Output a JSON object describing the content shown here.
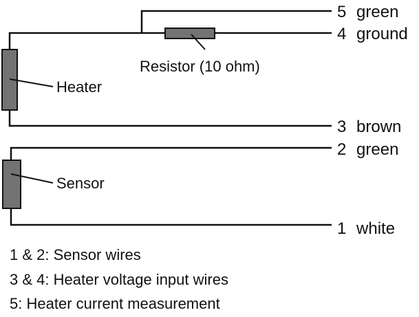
{
  "colors": {
    "wire": "#111111",
    "component_fill": "#737373",
    "component_stroke": "#111111",
    "background": "#ffffff"
  },
  "wires": [
    {
      "number": "5",
      "color_name": "green"
    },
    {
      "number": "4",
      "color_name": "ground"
    },
    {
      "number": "3",
      "color_name": "brown"
    },
    {
      "number": "2",
      "color_name": "green"
    },
    {
      "number": "1",
      "color_name": "white"
    }
  ],
  "components": {
    "heater": "Heater",
    "resistor": "Resistor (10 ohm)",
    "sensor": "Sensor"
  },
  "legend": [
    {
      "key": "1 & 2",
      "text": "Sensor wires"
    },
    {
      "key": "3 & 4",
      "text": "Heater voltage input wires"
    },
    {
      "key": "5",
      "text": "Heater current measurement"
    }
  ]
}
